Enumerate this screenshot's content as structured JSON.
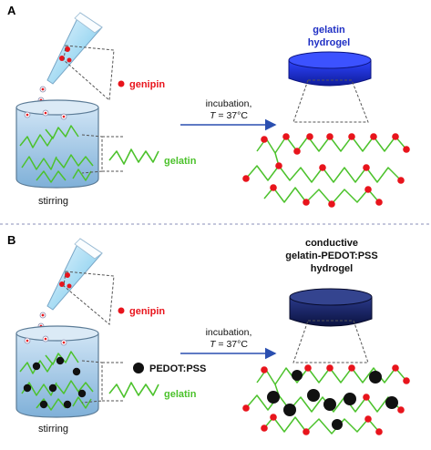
{
  "panel_a": {
    "letter": "A",
    "genipin_label": "genipin",
    "gelatin_label": "gelatin",
    "stirring_label": "stirring",
    "arrow_line1": "incubation,",
    "arrow_line2": "T = 37°C",
    "hydrogel_line1": "gelatin",
    "hydrogel_line2": "hydrogel"
  },
  "panel_b": {
    "letter": "B",
    "genipin_label": "genipin",
    "pedot_label": "PEDOT:PSS",
    "gelatin_label": "gelatin",
    "stirring_label": "stirring",
    "arrow_line1": "incubation,",
    "arrow_line2": "T = 37°C",
    "hydrogel_line1": "conductive",
    "hydrogel_line2": "gelatin-PEDOT:PSS",
    "hydrogel_line3": "hydrogel"
  },
  "colors": {
    "genipin": "#e8141c",
    "gelatin": "#4cc22c",
    "pedot": "#111111",
    "arrow": "#2a4fb0",
    "hydrogel_a": "#1a2cd0",
    "hydrogel_b": "#1a2466",
    "title_a": "#1f2fc4",
    "water": "#a9cdea",
    "divider": "#8a8fb8"
  }
}
